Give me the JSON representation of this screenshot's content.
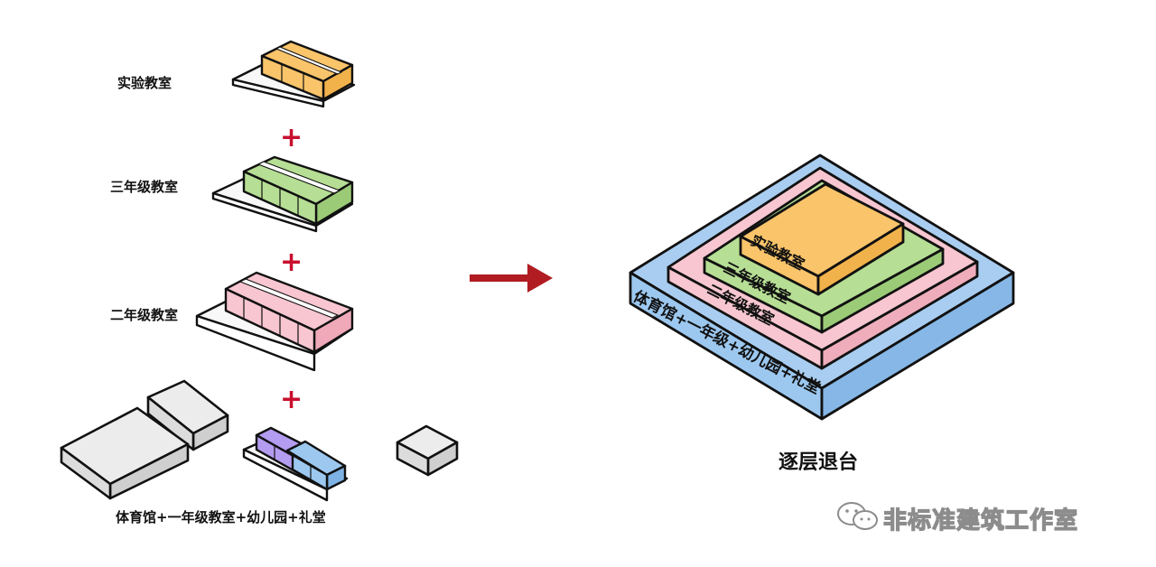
{
  "left": {
    "labels": {
      "lab": "实验教室",
      "grade3": "三年级教室",
      "grade2": "二年级教室",
      "base": "体育馆+一年级教室+幼儿园+礼堂"
    },
    "plus_sign": "+",
    "colors": {
      "lab": "#f9c46a",
      "grade3": "#b6de94",
      "grade2": "#f7c6d0",
      "base_gray": "#e2e2e2",
      "purple": "#b49cf0",
      "blue": "#9cc8f0",
      "plus": "#c8102e",
      "arrow": "#b01c22"
    }
  },
  "right": {
    "layers": [
      "实验教室",
      "三年级教室",
      "二年级教室",
      "体育馆+一年级+幼儿园+礼堂"
    ],
    "layer_colors": [
      "#f9c46a",
      "#b6de94",
      "#f7c6d0",
      "#9cc8f0"
    ],
    "title": "逐层退台"
  },
  "watermark": {
    "text": "非标准建筑工作室",
    "icon": "wechat-icon"
  }
}
